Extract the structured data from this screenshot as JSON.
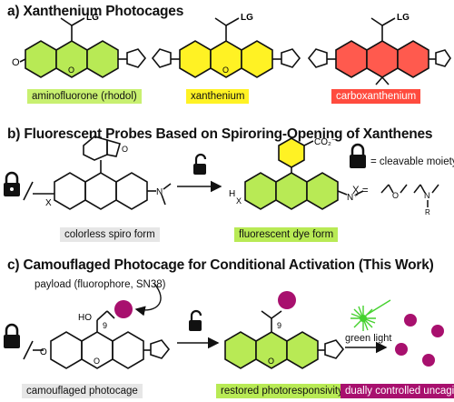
{
  "sections": {
    "a": {
      "title": "a) Xanthenium Photocages",
      "structures": [
        {
          "label": "aminofluorone (rhodol)",
          "color": "#b6ea55",
          "label_bg": "#c8f070"
        },
        {
          "label": "xanthenium",
          "color": "#fff224",
          "label_bg": "#fff224"
        },
        {
          "label": "carboxanthenium",
          "color": "#ff5a4e",
          "label_bg": "#ff4b3e"
        }
      ],
      "lg_label": "LG"
    },
    "b": {
      "title": "b) Fluorescent Probes Based on Spiroring-Opening of Xanthenes",
      "left_label": "colorless spiro form",
      "right_label": "fluorescent dye form",
      "co2_label": "CO₂⁻",
      "x_label": "X",
      "legend_lock_text": "= cleavable moiety",
      "legend_x_text": "X ="
    },
    "c": {
      "title": "c) Camouflaged Photocage for Conditional Activation (This Work)",
      "payload_label": "payload (fluorophore, SN38)",
      "ho_label": "HO",
      "position_label": "9",
      "light_label": "green light",
      "left_label": "camouflaged photocage",
      "middle_label": "restored photoresponsivity",
      "right_label": "dually controlled uncaging"
    }
  },
  "colors": {
    "green": "#b8ea55",
    "yellow": "#fff224",
    "red": "#ff5a4e",
    "gray_label": "#e6e6e6",
    "purple": "#a8106e",
    "light_green": "#45d12e"
  }
}
